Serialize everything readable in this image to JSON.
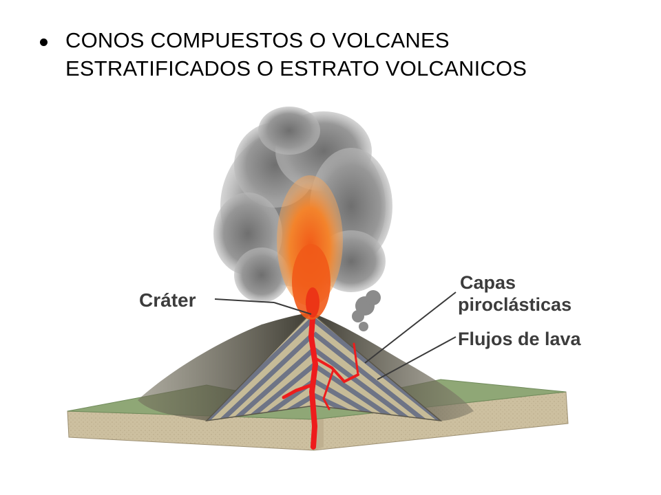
{
  "slide": {
    "bullet_text": "CONOS COMPUESTOS O VOLCANES ESTRATIFICADOS O ESTRATO VOLCANICOS"
  },
  "diagram": {
    "labels": {
      "crater": "Cráter",
      "capas_line1": "Capas",
      "capas_line2": "piroclásticas",
      "flujos": "Flujos de lava"
    },
    "colors": {
      "ground_top": "#8fa776",
      "block_side": "#cdc0a0",
      "cone_light": "#c6bb98",
      "cone_stripe": "#6e7486",
      "lava": "#ee1c1c",
      "plume_orange": "#f07a22",
      "smoke": "#8a8a8a",
      "ash_dark": "#4e4b40",
      "label_text": "#3c3c3c"
    }
  }
}
